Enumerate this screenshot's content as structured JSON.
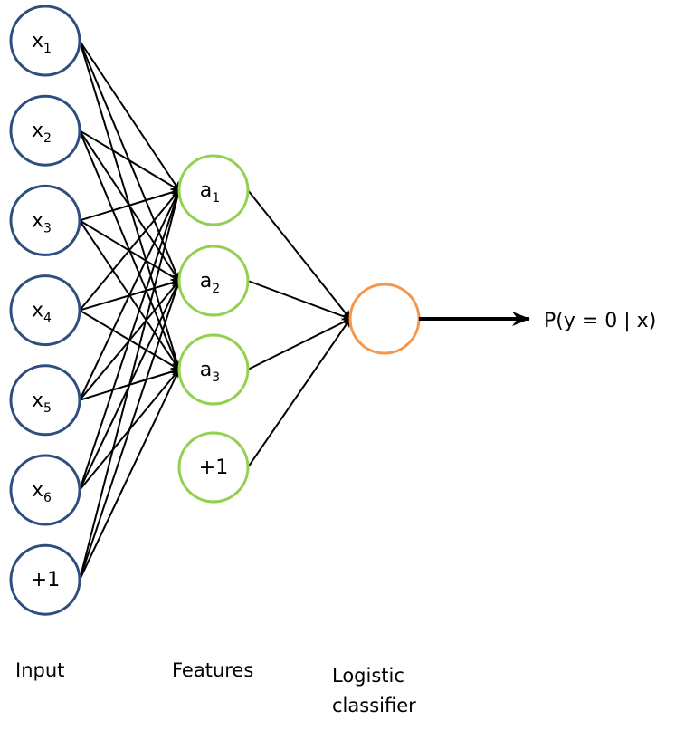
{
  "colors": {
    "input_stroke": "#2e4e7e",
    "feature_stroke": "#92d050",
    "classifier_stroke": "#f79646",
    "edge": "#000000"
  },
  "input_nodes": [
    {
      "base": "x",
      "sub": "1"
    },
    {
      "base": "x",
      "sub": "2"
    },
    {
      "base": "x",
      "sub": "3"
    },
    {
      "base": "x",
      "sub": "4"
    },
    {
      "base": "x",
      "sub": "5"
    },
    {
      "base": "x",
      "sub": "6"
    },
    {
      "base": "+1",
      "sub": ""
    }
  ],
  "feature_nodes": [
    {
      "base": "a",
      "sub": "1"
    },
    {
      "base": "a",
      "sub": "2"
    },
    {
      "base": "a",
      "sub": "3"
    },
    {
      "base": "+1",
      "sub": ""
    }
  ],
  "output_label": "P(y = 0 | x)",
  "captions": {
    "input": "Input",
    "features": "Features",
    "classifier_line1": "Logistic",
    "classifier_line2": "classifier"
  }
}
